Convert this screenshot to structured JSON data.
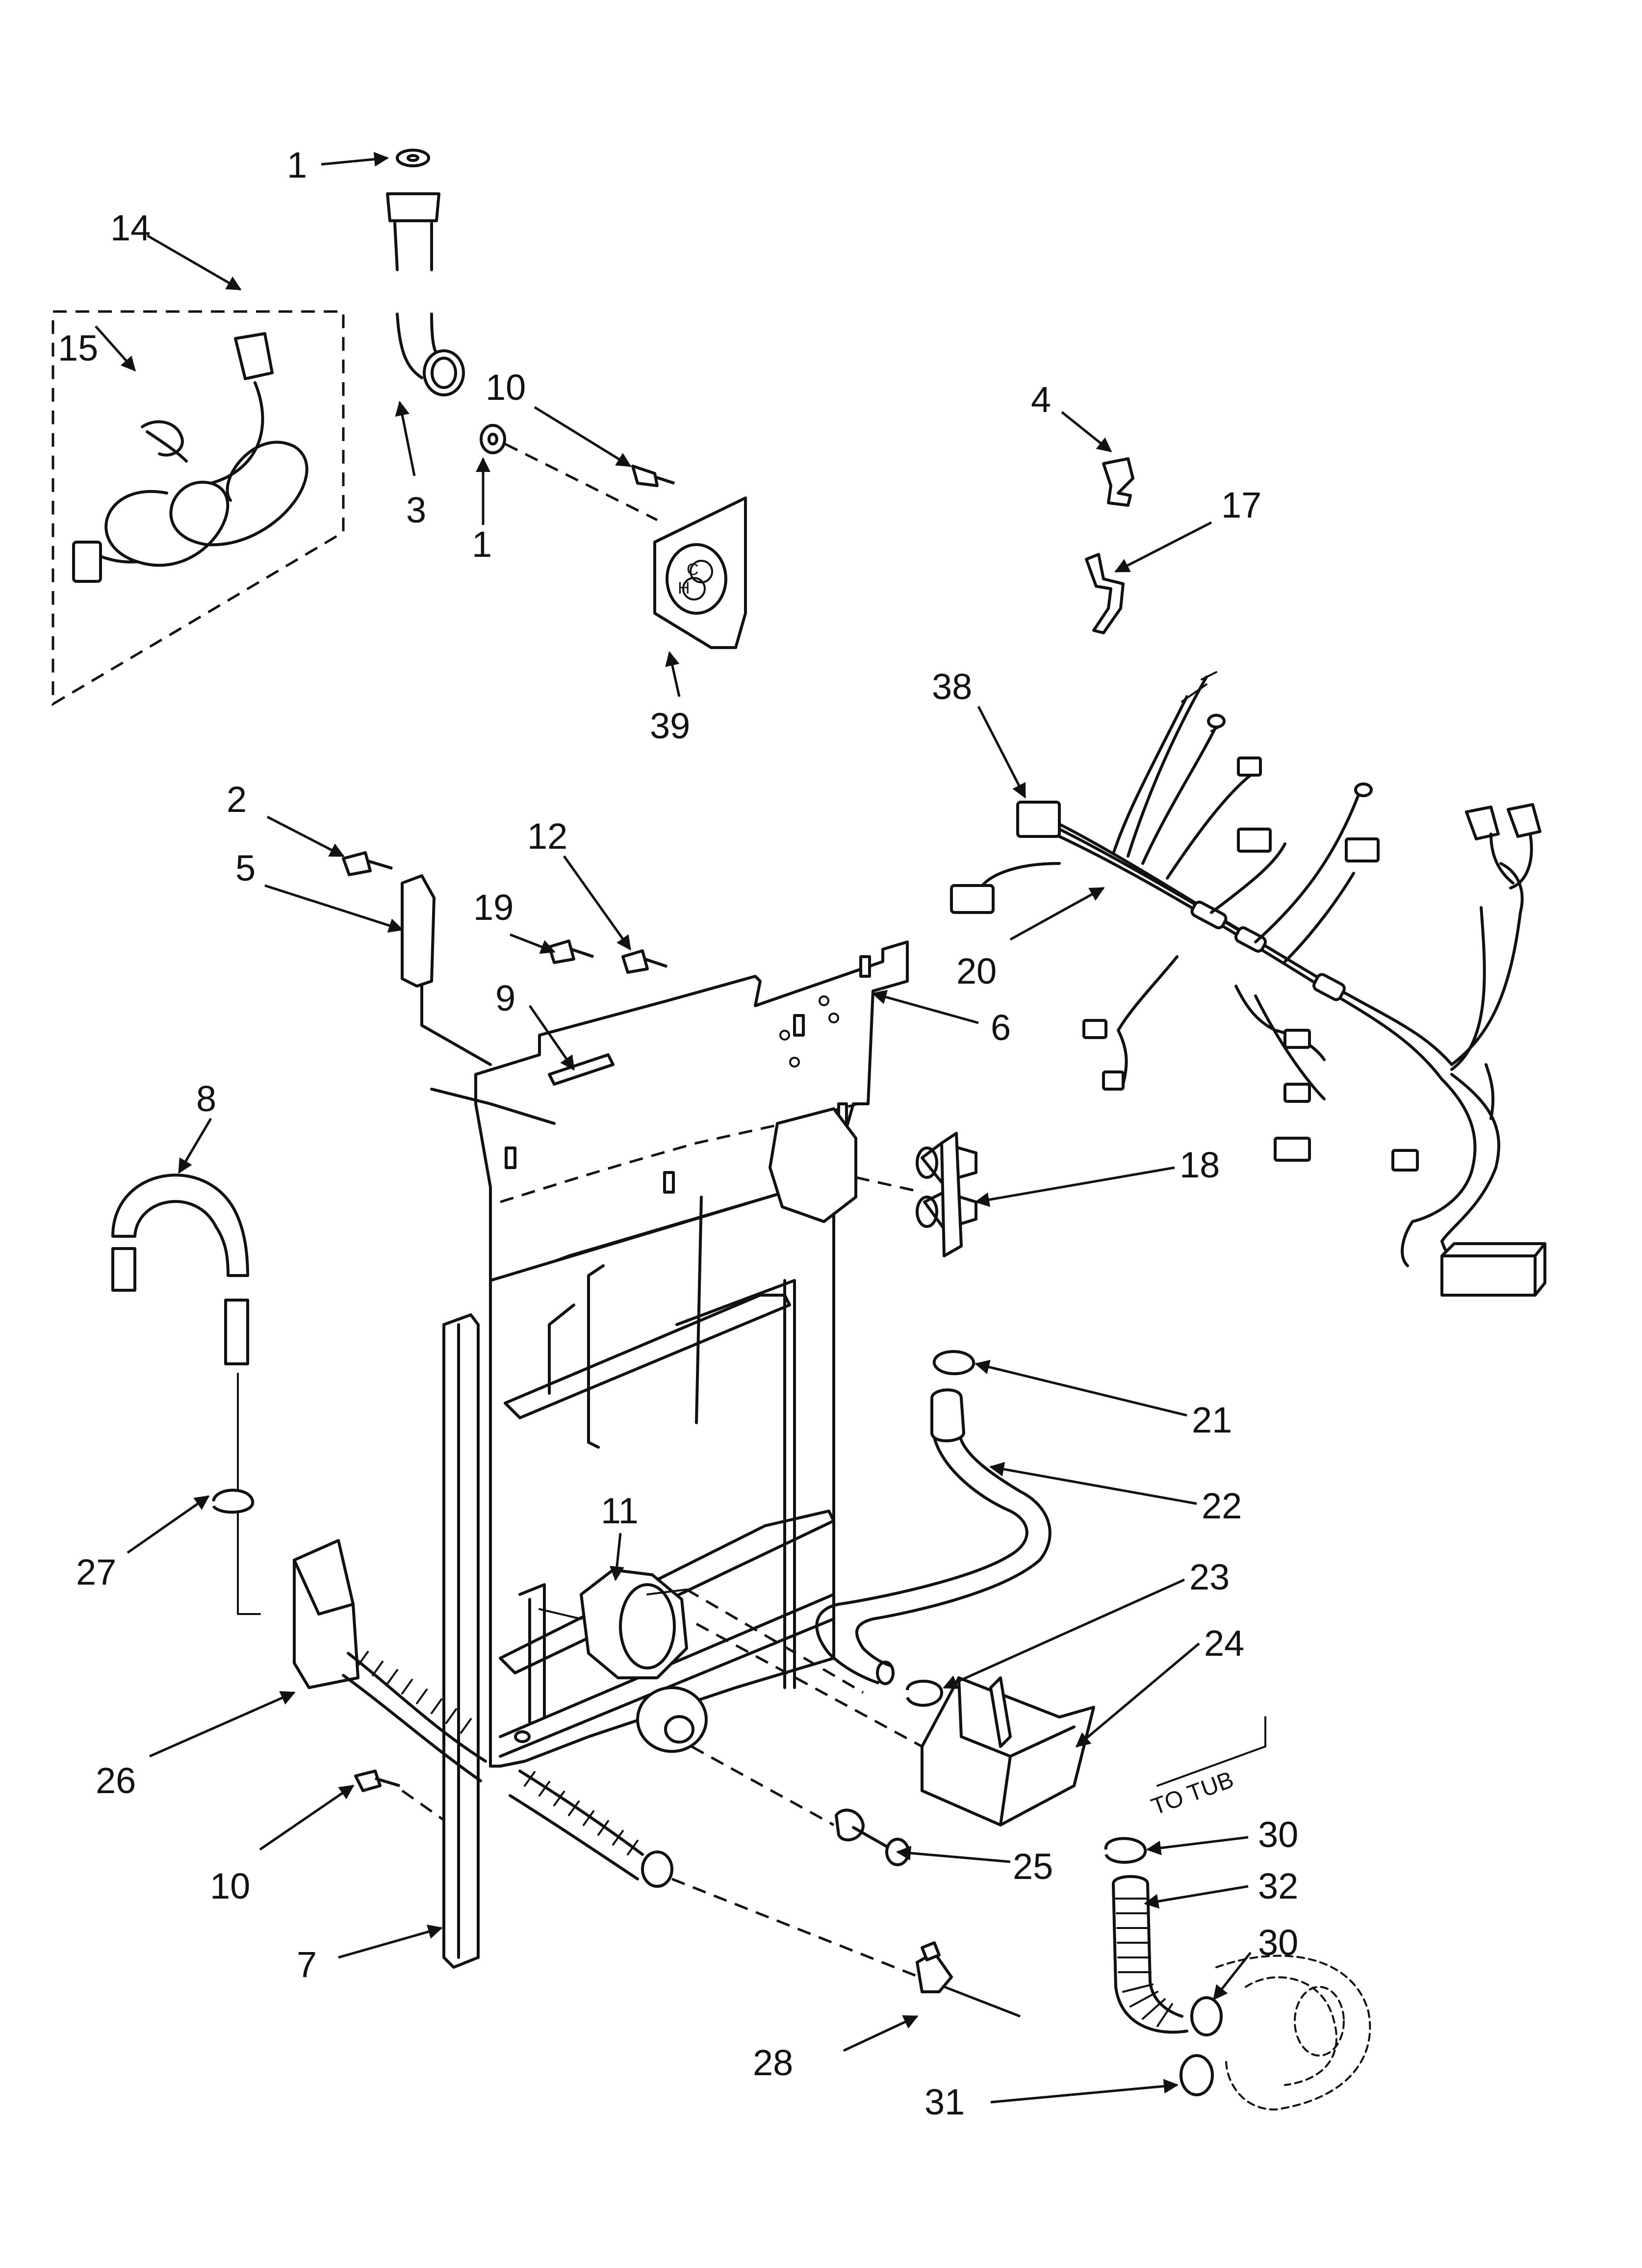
{
  "callouts": {
    "c1_top": "1",
    "c14": "14",
    "c15": "15",
    "c10_top": "10",
    "c3": "3",
    "c1_mid": "1",
    "c39": "39",
    "c4": "4",
    "c17": "17",
    "c38": "38",
    "c2": "2",
    "c12": "12",
    "c5": "5",
    "c19": "19",
    "c9": "9",
    "c6": "6",
    "c20": "20",
    "c8": "8",
    "c18": "18",
    "c21": "21",
    "c22": "22",
    "c27": "27",
    "c11": "11",
    "c23": "23",
    "c24": "24",
    "c26": "26",
    "c10_bot": "10",
    "c25": "25",
    "c30_top": "30",
    "c32": "32",
    "c30_bot": "30",
    "c7": "7",
    "c28": "28",
    "c31": "31"
  },
  "annotations": {
    "to_tub": "TO TUB",
    "valve_label_c": "C",
    "valve_label_h": "H"
  }
}
